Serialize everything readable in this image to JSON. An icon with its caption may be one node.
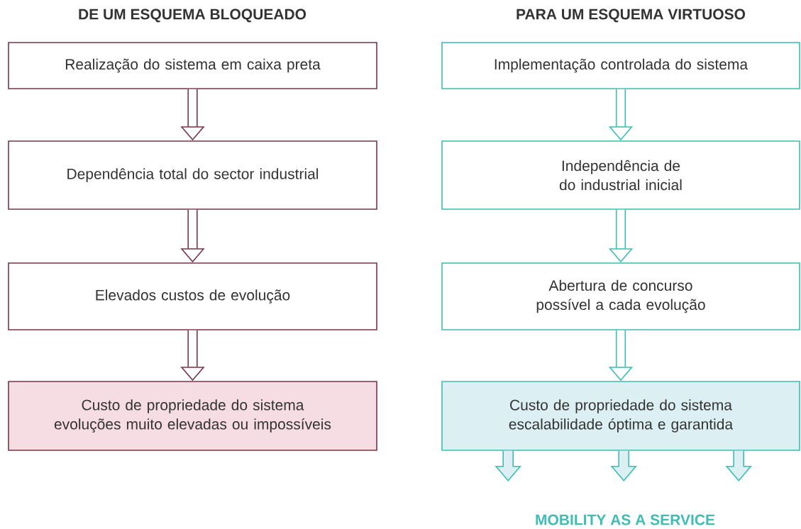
{
  "diagram": {
    "nodes": [
      {
        "text": [
          "Realização do sistema em caixa preta"
        ]
      },
      {
        "text": [
          "Dependência total do sector industrial"
        ]
      },
      {
        "text": [
          "Elevados custos de evolução"
        ]
      },
      {
        "text": [
          "Custo de propriedade do sistema evoluções muito elevadas ou impossíveis"
        ]
      },
      {
        "text": [
          "Implementação controlada do sistema"
        ]
      },
      {
        "text": [
          "Independência de do industrial inicial"
        ]
      },
      {
        "text": [
          "Abertura de concurso possível a cada evolução"
        ]
      },
      {
        "text": [
          "Custo de propriedade do sistema escalabilidade óptima e garantida"
        ]
      }
    ],
    "edges": [
      {
        "from": 0,
        "to": 1,
        "arrow": "to",
        "color": "#7a3548"
      },
      {
        "from": 1,
        "to": 2,
        "arrow": "to",
        "color": "#7a3548"
      },
      {
        "from": 2,
        "to": 3,
        "arrow": "to",
        "color": "#7a3548"
      },
      {
        "from": 4,
        "to": 5,
        "arrow": "to",
        "color": "#3dbdb5"
      },
      {
        "from": 5,
        "to": 6,
        "arrow": "to",
        "color": "#3dbdb5"
      },
      {
        "from": 6,
        "to": 7,
        "arrow": "to",
        "color": "#3dbdb5"
      },
      {
        "from": 7,
        "to": null,
        "arrow": "to",
        "color": "#3dbdb5"
      },
      {
        "from": 7,
        "to": null,
        "arrow": "to",
        "color": "#3dbdb5"
      },
      {
        "from": 7,
        "to": null,
        "arrow": "to",
        "color": "#3dbdb5"
      }
    ],
    "labels": [
      "DE UM ESQUEMA BLOQUEADO",
      "PARA UM ESQUEMA VIRTUOSO",
      "MOBILITY AS A SERVICE"
    ]
  }
}
